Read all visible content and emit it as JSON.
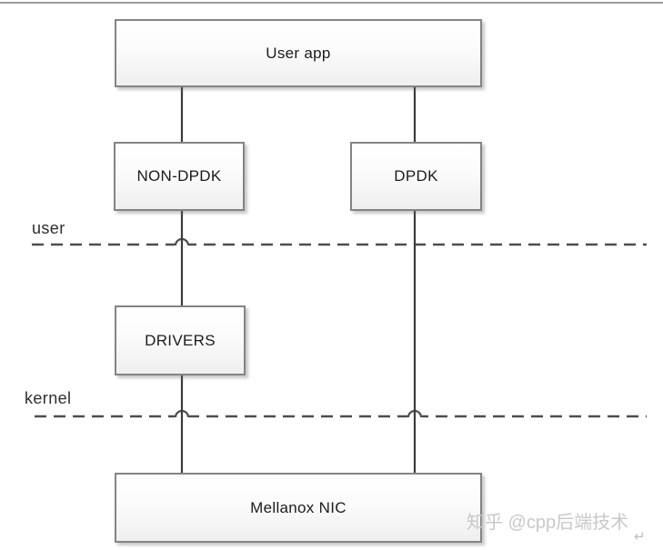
{
  "diagram": {
    "nodes": [
      {
        "id": "user-app",
        "label": "User app"
      },
      {
        "id": "non-dpdk",
        "label": "NON-DPDK"
      },
      {
        "id": "dpdk",
        "label": "DPDK"
      },
      {
        "id": "drivers",
        "label": "DRIVERS"
      },
      {
        "id": "mellanox-nic",
        "label": "Mellanox NIC"
      }
    ],
    "boundaries": [
      {
        "id": "user-boundary",
        "label": "user"
      },
      {
        "id": "kernel-boundary",
        "label": "kernel"
      }
    ],
    "edges": [
      {
        "from": "user-app",
        "to": "non-dpdk"
      },
      {
        "from": "user-app",
        "to": "dpdk"
      },
      {
        "from": "non-dpdk",
        "to": "drivers"
      },
      {
        "from": "drivers",
        "to": "mellanox-nic"
      },
      {
        "from": "dpdk",
        "to": "mellanox-nic"
      }
    ]
  },
  "watermark": {
    "text": "知乎 @cpp后端技术",
    "return_glyph": "↵"
  },
  "colors": {
    "box_border": "#848484",
    "box_fill_top": "#ffffff",
    "box_fill_bottom": "#efefef",
    "connector": "#3c3c3c",
    "boundary_dash": "#4d4d4d",
    "node_text": "#1c1c1c",
    "watermark": "#c8c8c8",
    "top_rule": "#9b9b9b"
  }
}
